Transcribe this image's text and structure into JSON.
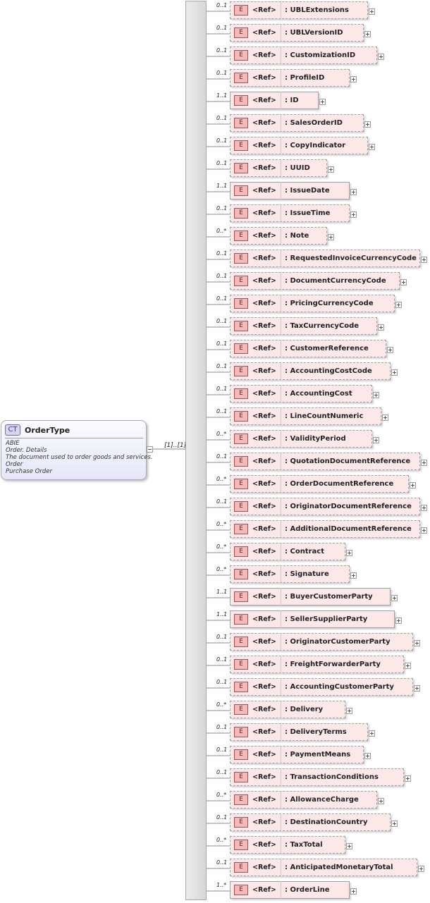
{
  "complex_type": {
    "badge": "CT",
    "name": "OrderType",
    "lines": [
      "ABIE",
      "Order. Details",
      "The document used to order goods and services.",
      "Order",
      "Purchase Order"
    ]
  },
  "sequence_multiplicity": "[1]..[1]",
  "element_badge": "E",
  "ref_label": "<Ref>",
  "elements": [
    {
      "mult": "0..1",
      "name": ": UBLExtensions",
      "optional": true
    },
    {
      "mult": "0..1",
      "name": ": UBLVersionID",
      "optional": true
    },
    {
      "mult": "0..1",
      "name": ": CustomizationID",
      "optional": true
    },
    {
      "mult": "0..1",
      "name": ": ProfileID",
      "optional": true
    },
    {
      "mult": "1..1",
      "name": ": ID",
      "optional": false
    },
    {
      "mult": "0..1",
      "name": ": SalesOrderID",
      "optional": true
    },
    {
      "mult": "0..1",
      "name": ": CopyIndicator",
      "optional": true
    },
    {
      "mult": "0..1",
      "name": ": UUID",
      "optional": true
    },
    {
      "mult": "1..1",
      "name": ": IssueDate",
      "optional": false
    },
    {
      "mult": "0..1",
      "name": ": IssueTime",
      "optional": true
    },
    {
      "mult": "0..*",
      "name": ": Note",
      "optional": true
    },
    {
      "mult": "0..1",
      "name": ": RequestedInvoiceCurrencyCode",
      "optional": true
    },
    {
      "mult": "0..1",
      "name": ": DocumentCurrencyCode",
      "optional": true
    },
    {
      "mult": "0..1",
      "name": ": PricingCurrencyCode",
      "optional": true
    },
    {
      "mult": "0..1",
      "name": ": TaxCurrencyCode",
      "optional": true
    },
    {
      "mult": "0..1",
      "name": ": CustomerReference",
      "optional": true
    },
    {
      "mult": "0..1",
      "name": ": AccountingCostCode",
      "optional": true
    },
    {
      "mult": "0..1",
      "name": ": AccountingCost",
      "optional": true
    },
    {
      "mult": "0..1",
      "name": ": LineCountNumeric",
      "optional": true
    },
    {
      "mult": "0..*",
      "name": ": ValidityPeriod",
      "optional": true
    },
    {
      "mult": "0..1",
      "name": ": QuotationDocumentReference",
      "optional": true
    },
    {
      "mult": "0..*",
      "name": ": OrderDocumentReference",
      "optional": true
    },
    {
      "mult": "0..1",
      "name": ": OriginatorDocumentReference",
      "optional": true
    },
    {
      "mult": "0..*",
      "name": ": AdditionalDocumentReference",
      "optional": true
    },
    {
      "mult": "0..*",
      "name": ": Contract",
      "optional": true
    },
    {
      "mult": "0..*",
      "name": ": Signature",
      "optional": true
    },
    {
      "mult": "1..1",
      "name": ": BuyerCustomerParty",
      "optional": false
    },
    {
      "mult": "1..1",
      "name": ": SellerSupplierParty",
      "optional": false
    },
    {
      "mult": "0..1",
      "name": ": OriginatorCustomerParty",
      "optional": true
    },
    {
      "mult": "0..1",
      "name": ": FreightForwarderParty",
      "optional": true
    },
    {
      "mult": "0..1",
      "name": ": AccountingCustomerParty",
      "optional": true
    },
    {
      "mult": "0..*",
      "name": ": Delivery",
      "optional": true
    },
    {
      "mult": "0..1",
      "name": ": DeliveryTerms",
      "optional": true
    },
    {
      "mult": "0..1",
      "name": ": PaymentMeans",
      "optional": true
    },
    {
      "mult": "0..1",
      "name": ": TransactionConditions",
      "optional": true
    },
    {
      "mult": "0..*",
      "name": ": AllowanceCharge",
      "optional": true
    },
    {
      "mult": "0..1",
      "name": ": DestinationCountry",
      "optional": true
    },
    {
      "mult": "0..*",
      "name": ": TaxTotal",
      "optional": true
    },
    {
      "mult": "0..1",
      "name": ": AnticipatedMonetaryTotal",
      "optional": true
    },
    {
      "mult": "1..*",
      "name": ": OrderLine",
      "optional": false
    }
  ]
}
